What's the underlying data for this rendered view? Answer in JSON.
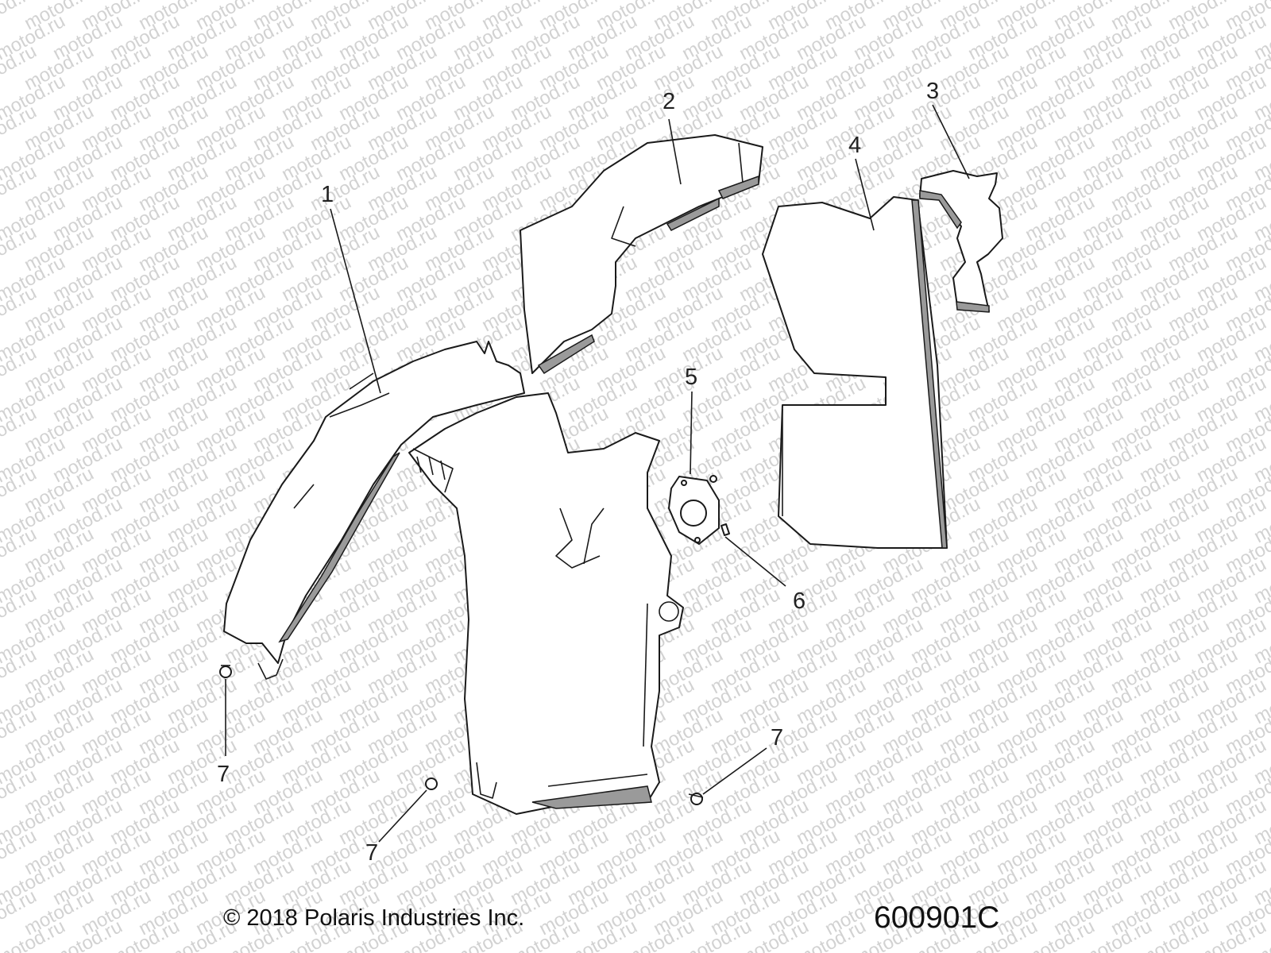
{
  "watermark": {
    "text": "motod.ru"
  },
  "callouts": {
    "c1": "1",
    "c2": "2",
    "c3": "3",
    "c4": "4",
    "c5": "5",
    "c6": "6",
    "c7a": "7",
    "c7b": "7",
    "c7c": "7"
  },
  "footer": {
    "copyright": "© 2018 Polaris Industries Inc.",
    "drawing_number": "600901C"
  }
}
